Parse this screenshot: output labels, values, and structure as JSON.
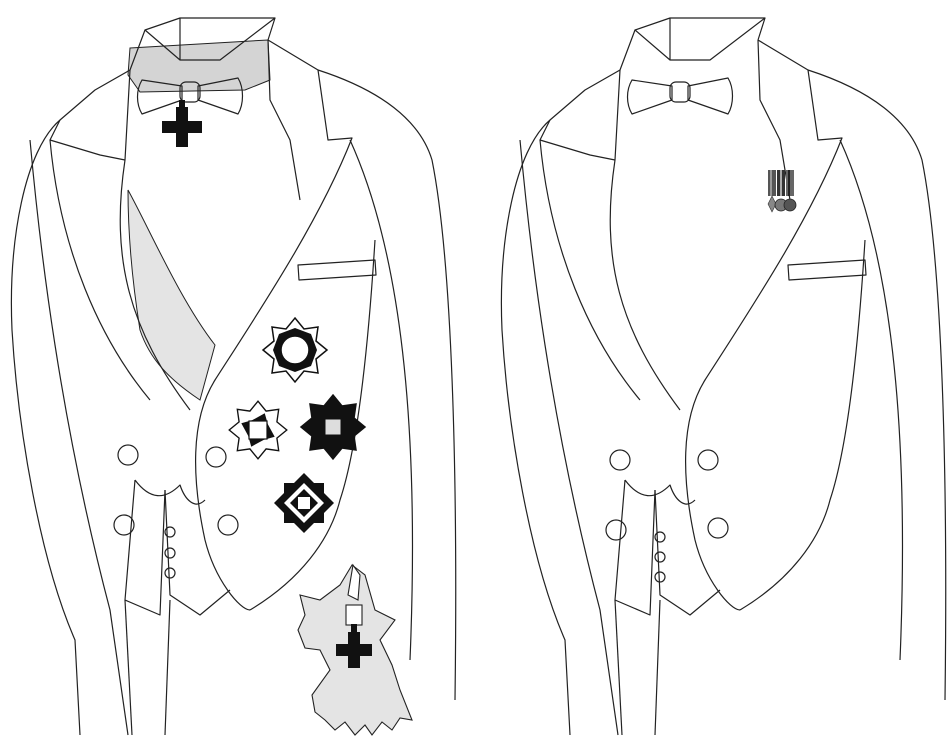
{
  "figures": [
    {
      "id": "full-decorations",
      "elements": [
        "neck-badge-cross",
        "sash",
        "breast-star-top",
        "breast-star-left",
        "breast-star-right",
        "breast-star-bottom",
        "sash-bow",
        "sash-badge-cross"
      ]
    },
    {
      "id": "miniature-medals",
      "elements": [
        "miniature-medals-bar"
      ]
    }
  ],
  "colors": {
    "background": "#ffffff",
    "line": "#222222",
    "sash": "#e4e4e4",
    "collar-band": "#d4d4d4",
    "decoration": "#111111",
    "medal-gray": "#777777"
  }
}
